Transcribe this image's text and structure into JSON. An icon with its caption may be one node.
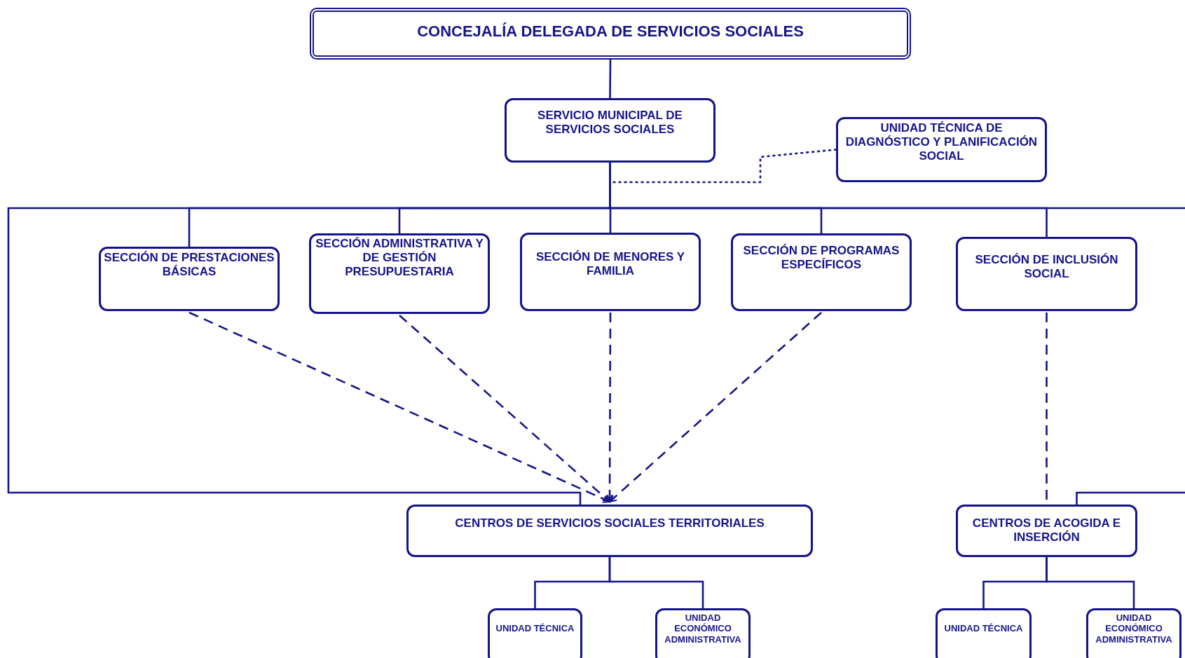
{
  "diagram": {
    "nodes": [
      {
        "text": [
          "CONCEJALÍA DELEGADA DE SERVICIOS SOCIALES"
        ]
      },
      {
        "text": [
          "SERVICIO MUNICIPAL DE SERVICIOS SOCIALES"
        ]
      },
      {
        "text": [
          "UNIDAD TÉCNICA DE DIAGNÓSTICO Y PLANIFICACIÓN SOCIAL"
        ]
      },
      {
        "text": [
          "SECCIÓN DE PRESTACIONES BÁSICAS"
        ]
      },
      {
        "text": [
          "SECCIÓN ADMINISTRATIVA Y DE GESTIÓN PRESUPUESTARIA"
        ]
      },
      {
        "text": [
          "SECCIÓN DE MENORES Y FAMILIA"
        ]
      },
      {
        "text": [
          "SECCIÓN DE PROGRAMAS ESPECÍFICOS"
        ]
      },
      {
        "text": [
          "SECCIÓN DE INCLUSIÓN SOCIAL"
        ]
      },
      {
        "text": [
          "CENTROS DE SERVICIOS SOCIALES TERRITORIALES"
        ]
      },
      {
        "text": [
          "CENTROS DE ACOGIDA E INSERCIÓN"
        ]
      },
      {
        "text": [
          "UNIDAD TÉCNICA"
        ]
      },
      {
        "text": [
          "UNIDAD ECONÓMICO ADMINISTRATIVA"
        ]
      },
      {
        "text": [
          "UNIDAD TÉCNICA"
        ]
      },
      {
        "text": [
          "UNIDAD ECONÓMICO ADMINISTRATIVA"
        ]
      }
    ],
    "edges": [
      {
        "from": 0,
        "to": 1,
        "arrow": "none"
      },
      {
        "from": 1,
        "to": 3,
        "arrow": "none"
      },
      {
        "from": 1,
        "to": 4,
        "arrow": "none"
      },
      {
        "from": 1,
        "to": 5,
        "arrow": "none"
      },
      {
        "from": 1,
        "to": 6,
        "arrow": "none"
      },
      {
        "from": 1,
        "to": 7,
        "arrow": "none"
      },
      {
        "from": 1,
        "to": 8,
        "arrow": "none"
      },
      {
        "from": 1,
        "to": 9,
        "arrow": "none"
      },
      {
        "from": 1,
        "to": 2,
        "arrow": "none",
        "style": "dashed"
      },
      {
        "from": 3,
        "to": 8,
        "arrow": "to",
        "style": "dashed"
      },
      {
        "from": 4,
        "to": 8,
        "arrow": "to",
        "style": "dashed"
      },
      {
        "from": 5,
        "to": 8,
        "arrow": "to",
        "style": "dashed"
      },
      {
        "from": 6,
        "to": 8,
        "arrow": "to",
        "style": "dashed"
      },
      {
        "from": 7,
        "to": 9,
        "arrow": "none",
        "style": "dashed"
      },
      {
        "from": 8,
        "to": 10,
        "arrow": "none"
      },
      {
        "from": 8,
        "to": 11,
        "arrow": "none"
      },
      {
        "from": 9,
        "to": 12,
        "arrow": "none"
      },
      {
        "from": 9,
        "to": 13,
        "arrow": "none"
      }
    ]
  }
}
